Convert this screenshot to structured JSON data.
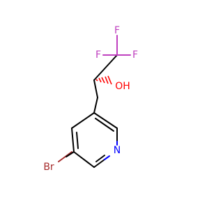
{
  "molecule": {
    "atoms": {
      "f_top": "F",
      "f_left": "F",
      "f_right": "F",
      "oh": "OH",
      "br": "Br",
      "n": "N"
    },
    "colors": {
      "bond": "#000000",
      "fluorine": "#bf40bf",
      "oxygen": "#ff0000",
      "bromine": "#a52a2a",
      "nitrogen": "#0000ff"
    }
  }
}
